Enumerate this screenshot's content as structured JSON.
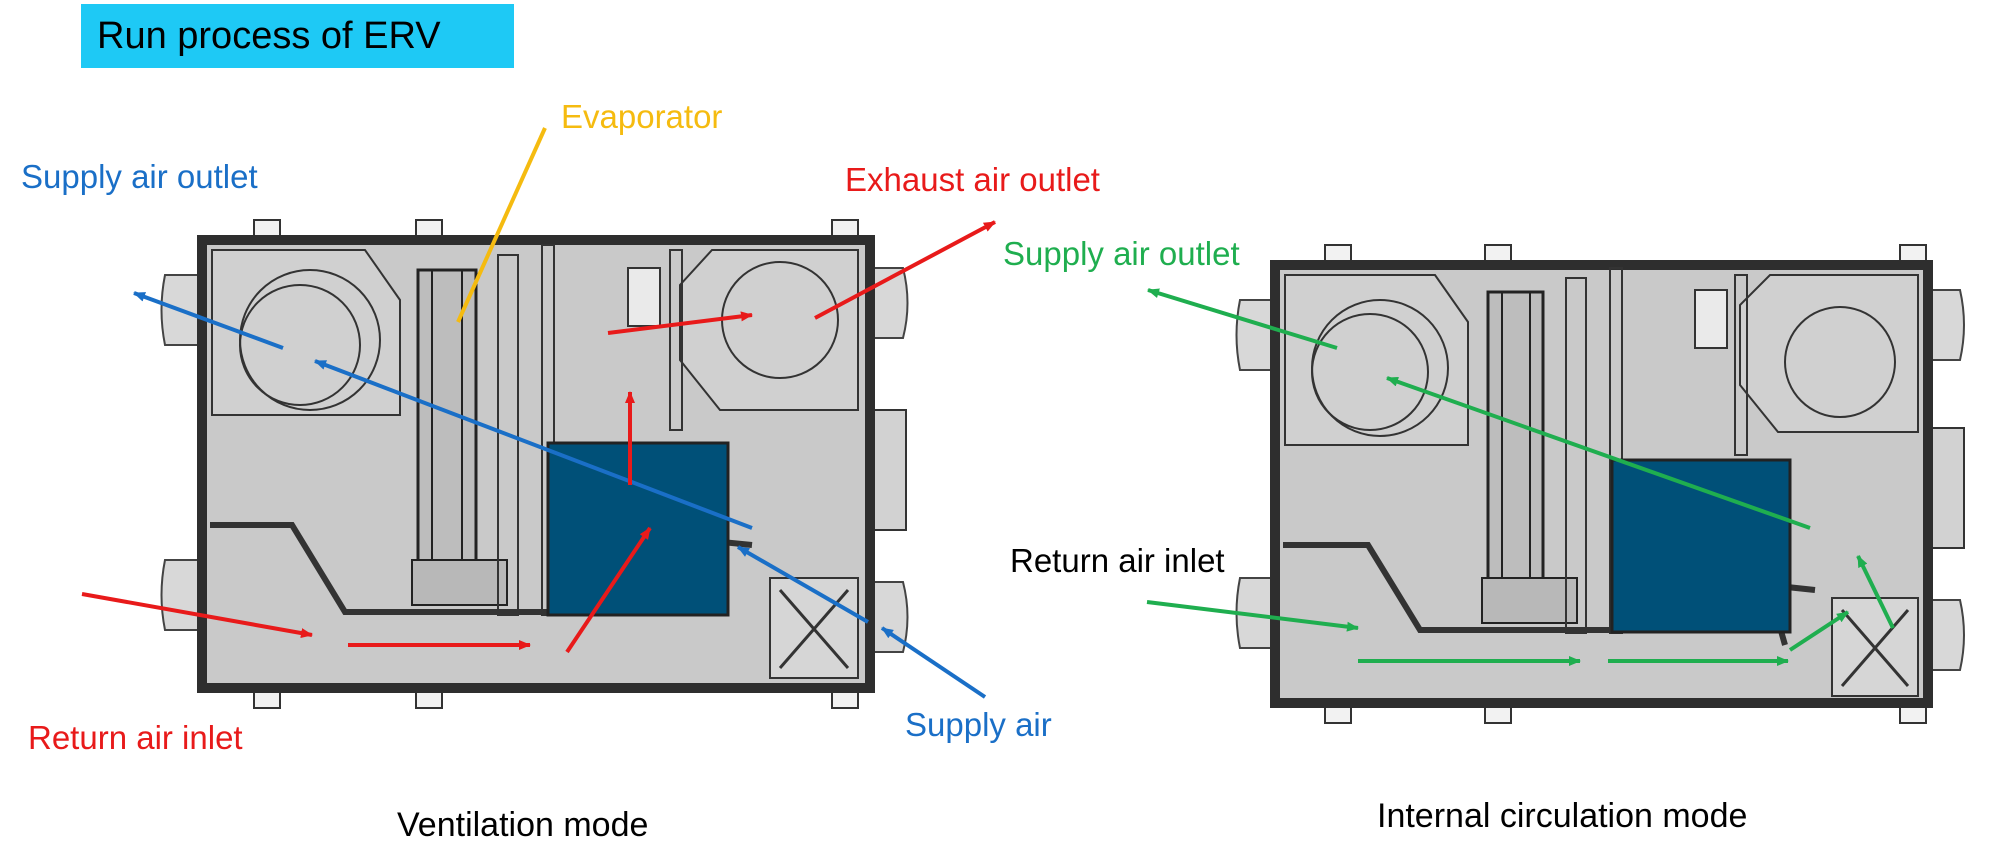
{
  "title": "Run process of ERV",
  "colors": {
    "title_bg": "#1ec9f5",
    "supply": "#1a6fc7",
    "exhaust": "#e81a1a",
    "evaporator": "#f5bb10",
    "circulation": "#1fae4f",
    "core": "#005078",
    "casing": "#c9c9c9",
    "frame": "#2e2e2e"
  },
  "ventilation": {
    "caption": "Ventilation mode",
    "labels": {
      "evaporator": "Evaporator",
      "supply_air_outlet": "Supply air outlet",
      "exhaust_air_outlet": "Exhaust air outlet",
      "supply_air": "Supply air",
      "return_air_inlet": "Return air inlet"
    }
  },
  "circulation": {
    "caption": "Internal circulation mode",
    "labels": {
      "supply_air_outlet": "Supply air outlet",
      "return_air_inlet": "Return air inlet"
    }
  }
}
